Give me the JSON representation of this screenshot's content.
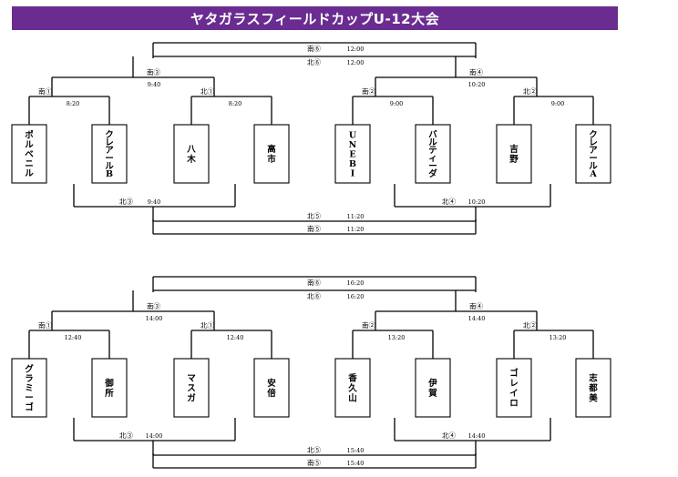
{
  "title": "ヤタガラスフィールドカップU-12大会",
  "brackets": [
    {
      "teams": [
        [
          "ポ",
          "ル",
          "ベ",
          "ニ",
          "ル"
        ],
        [
          "ク",
          "レ",
          "ア",
          "ー",
          "ル",
          "B"
        ],
        [
          "八",
          "木"
        ],
        [
          "高",
          "市"
        ],
        [
          "U",
          "N",
          "E",
          "B",
          "I"
        ],
        [
          "バ",
          "ル",
          "テ",
          "ィ",
          "ー",
          "ダ"
        ],
        [
          "吉",
          "野"
        ],
        [
          "ク",
          "レ",
          "ア",
          "ー",
          "ル",
          "A"
        ]
      ],
      "r1": [
        {
          "label": "南①",
          "time": "8:20"
        },
        {
          "label": "北①",
          "time": "8:20"
        },
        {
          "label": "南②",
          "time": "9:00"
        },
        {
          "label": "北②",
          "time": "9:00"
        }
      ],
      "semi_top": [
        {
          "label": "南③",
          "time": "9:40"
        },
        {
          "label": "南④",
          "time": "10:20"
        }
      ],
      "semi_bottom": [
        {
          "label": "北③",
          "time": "9:40"
        },
        {
          "label": "北④",
          "time": "10:20"
        }
      ],
      "final_top": [
        {
          "label": "南⑥",
          "time": "12:00"
        },
        {
          "label": "北⑥",
          "time": "12:00"
        }
      ],
      "final_bottom": [
        {
          "label": "北⑤",
          "time": "11:20"
        },
        {
          "label": "南⑤",
          "time": "11:20"
        }
      ]
    },
    {
      "teams": [
        [
          "グ",
          "ラ",
          "ミ",
          "ー",
          "ゴ"
        ],
        [
          "御",
          "所"
        ],
        [
          "マ",
          "ス",
          "ガ"
        ],
        [
          "安",
          "倍"
        ],
        [
          "香",
          "久",
          "山"
        ],
        [
          "伊",
          "賀"
        ],
        [
          "ゴ",
          "レ",
          "イ",
          "ロ"
        ],
        [
          "志",
          "都",
          "美"
        ]
      ],
      "r1": [
        {
          "label": "南①",
          "time": "12:40"
        },
        {
          "label": "北①",
          "time": "12:40"
        },
        {
          "label": "南②",
          "time": "13:20"
        },
        {
          "label": "北②",
          "time": "13:20"
        }
      ],
      "semi_top": [
        {
          "label": "南③",
          "time": "14:00"
        },
        {
          "label": "南④",
          "time": "14:40"
        }
      ],
      "semi_bottom": [
        {
          "label": "北③",
          "time": "14:00"
        },
        {
          "label": "北④",
          "time": "14:40"
        }
      ],
      "final_top": [
        {
          "label": "南⑥",
          "time": "16:20"
        },
        {
          "label": "北⑥",
          "time": "16:20"
        }
      ],
      "final_bottom": [
        {
          "label": "北⑤",
          "time": "15:40"
        },
        {
          "label": "南⑤",
          "time": "15:40"
        }
      ]
    }
  ]
}
